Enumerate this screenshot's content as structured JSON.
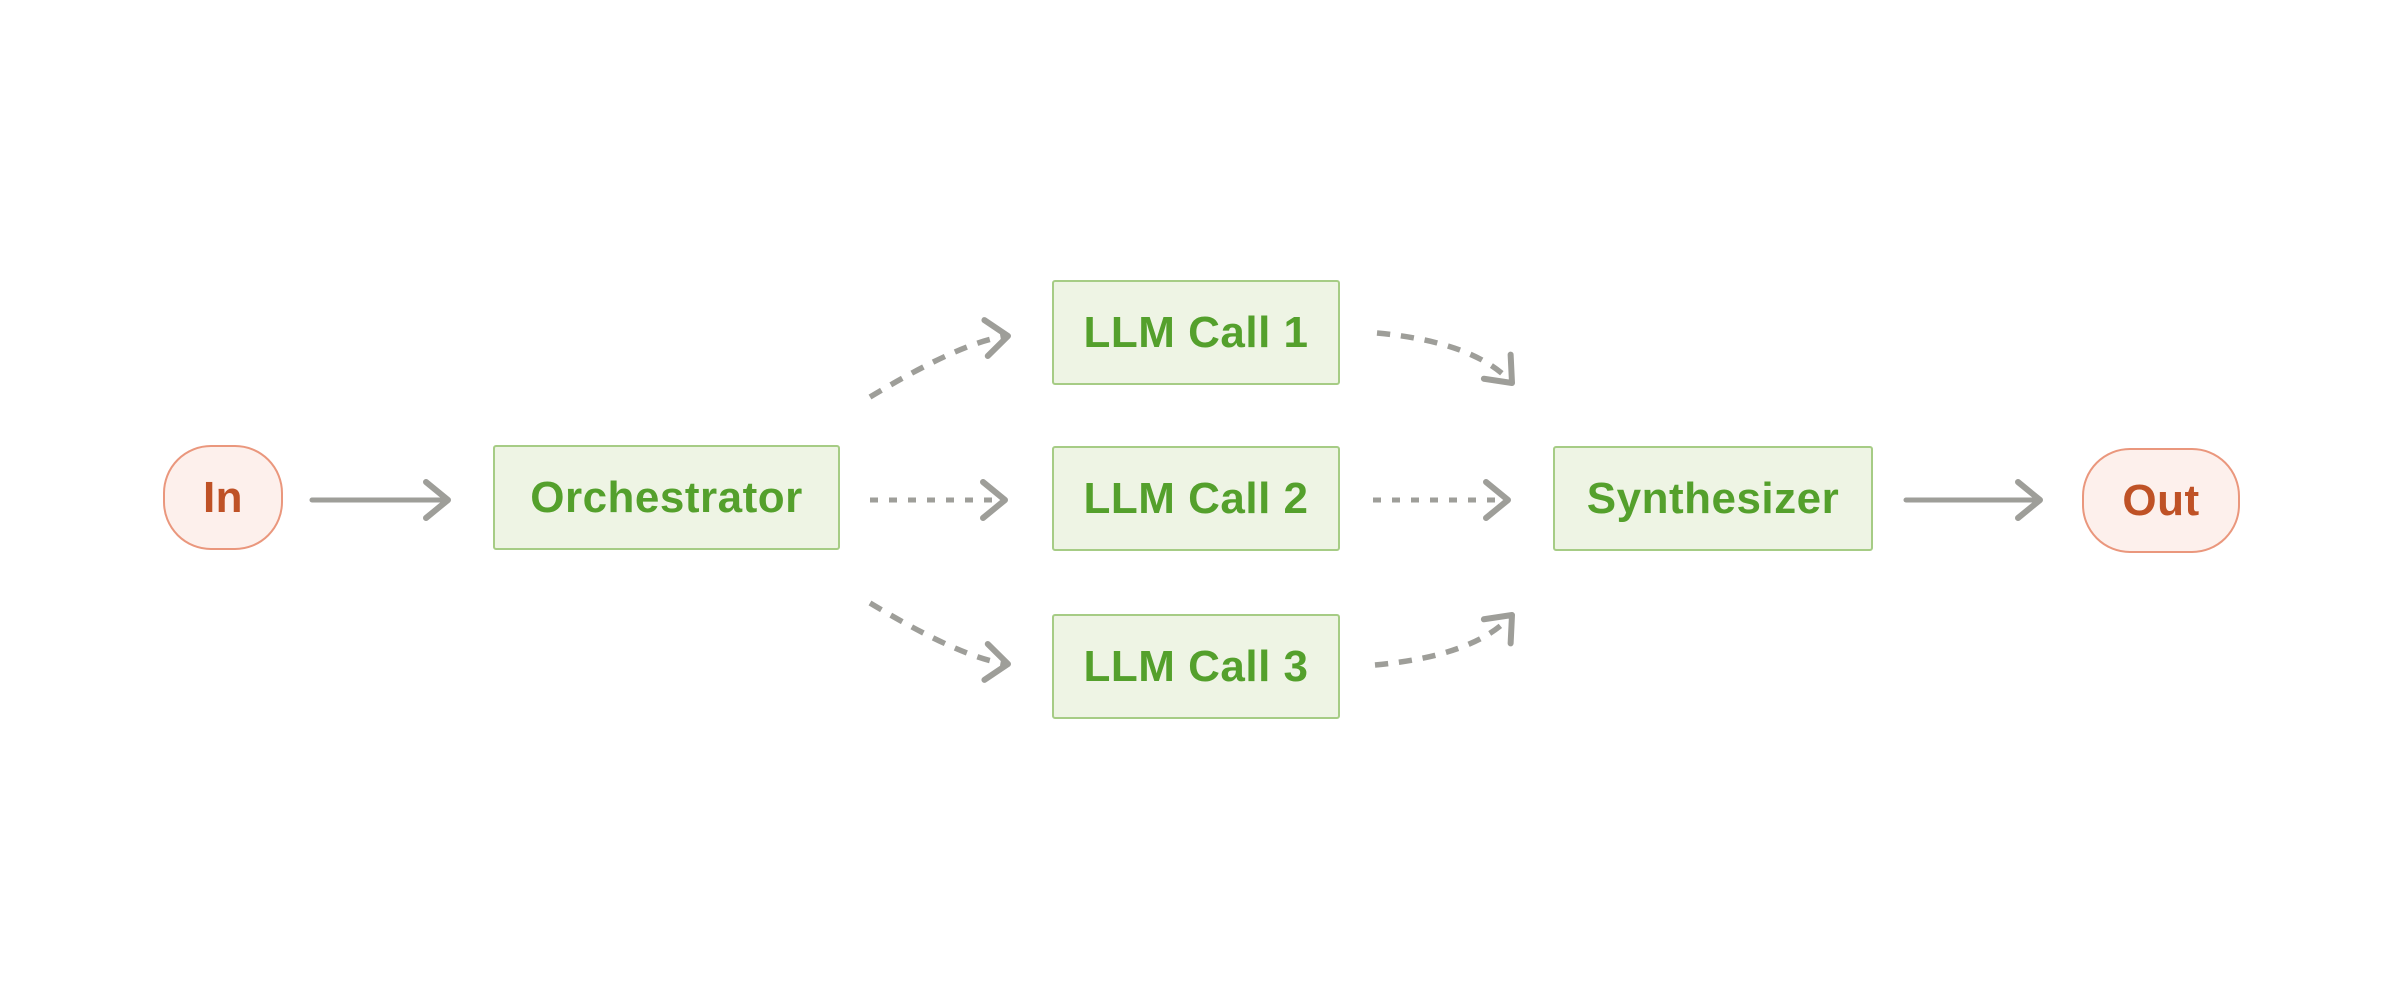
{
  "diagram": {
    "type": "flowchart",
    "pattern": "orchestrator-workers workflow",
    "nodes": [
      {
        "id": "in",
        "label": "In",
        "shape": "terminal-pill",
        "role": "input"
      },
      {
        "id": "orchestrator",
        "label": "Orchestrator",
        "shape": "process-box",
        "role": "router"
      },
      {
        "id": "llm1",
        "label": "LLM Call 1",
        "shape": "process-box",
        "role": "worker"
      },
      {
        "id": "llm2",
        "label": "LLM Call 2",
        "shape": "process-box",
        "role": "worker"
      },
      {
        "id": "llm3",
        "label": "LLM Call 3",
        "shape": "process-box",
        "role": "worker"
      },
      {
        "id": "synthesizer",
        "label": "Synthesizer",
        "shape": "process-box",
        "role": "aggregator"
      },
      {
        "id": "out",
        "label": "Out",
        "shape": "terminal-pill",
        "role": "output"
      }
    ],
    "edges": [
      {
        "from": "in",
        "to": "orchestrator",
        "style": "solid"
      },
      {
        "from": "orchestrator",
        "to": "llm1",
        "style": "dashed-curved-up"
      },
      {
        "from": "orchestrator",
        "to": "llm2",
        "style": "dotted-straight"
      },
      {
        "from": "orchestrator",
        "to": "llm3",
        "style": "dashed-curved-down"
      },
      {
        "from": "llm1",
        "to": "synthesizer",
        "style": "dashed-curved-down"
      },
      {
        "from": "llm2",
        "to": "synthesizer",
        "style": "dotted-straight"
      },
      {
        "from": "llm3",
        "to": "synthesizer",
        "style": "dashed-curved-up"
      },
      {
        "from": "synthesizer",
        "to": "out",
        "style": "solid"
      }
    ],
    "colors": {
      "background": "#ffffff",
      "process_fill": "#eef4e4",
      "process_border": "#a6cc85",
      "process_text": "#54a02c",
      "terminal_fill": "#fdf0ec",
      "terminal_border": "#ea977d",
      "terminal_text": "#bf5226",
      "arrow": "#9e9e99"
    }
  }
}
